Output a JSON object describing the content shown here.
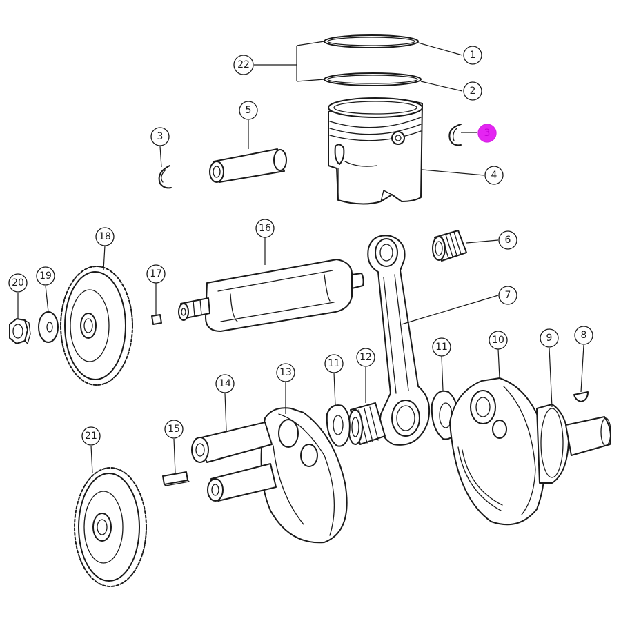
{
  "callouts": [
    {
      "id": "c22",
      "label": "22"
    },
    {
      "id": "c1",
      "label": "1"
    },
    {
      "id": "c2",
      "label": "2"
    },
    {
      "id": "c5",
      "label": "5"
    },
    {
      "id": "c3a",
      "label": "3"
    },
    {
      "id": "c3b",
      "label": "3",
      "highlight": true
    },
    {
      "id": "c4",
      "label": "4"
    },
    {
      "id": "c16",
      "label": "16"
    },
    {
      "id": "c6",
      "label": "6"
    },
    {
      "id": "c18",
      "label": "18"
    },
    {
      "id": "c17",
      "label": "17"
    },
    {
      "id": "c7",
      "label": "7"
    },
    {
      "id": "c20",
      "label": "20"
    },
    {
      "id": "c19",
      "label": "19"
    },
    {
      "id": "c11a",
      "label": "11"
    },
    {
      "id": "c10",
      "label": "10"
    },
    {
      "id": "c9",
      "label": "9"
    },
    {
      "id": "c8",
      "label": "8"
    },
    {
      "id": "c13",
      "label": "13"
    },
    {
      "id": "c11b",
      "label": "11"
    },
    {
      "id": "c12",
      "label": "12"
    },
    {
      "id": "c14",
      "label": "14"
    },
    {
      "id": "c21",
      "label": "21"
    },
    {
      "id": "c15",
      "label": "15"
    }
  ],
  "colors": {
    "line": "#1a1a1a",
    "highlight": "#e000f0",
    "background": "#ffffff"
  }
}
